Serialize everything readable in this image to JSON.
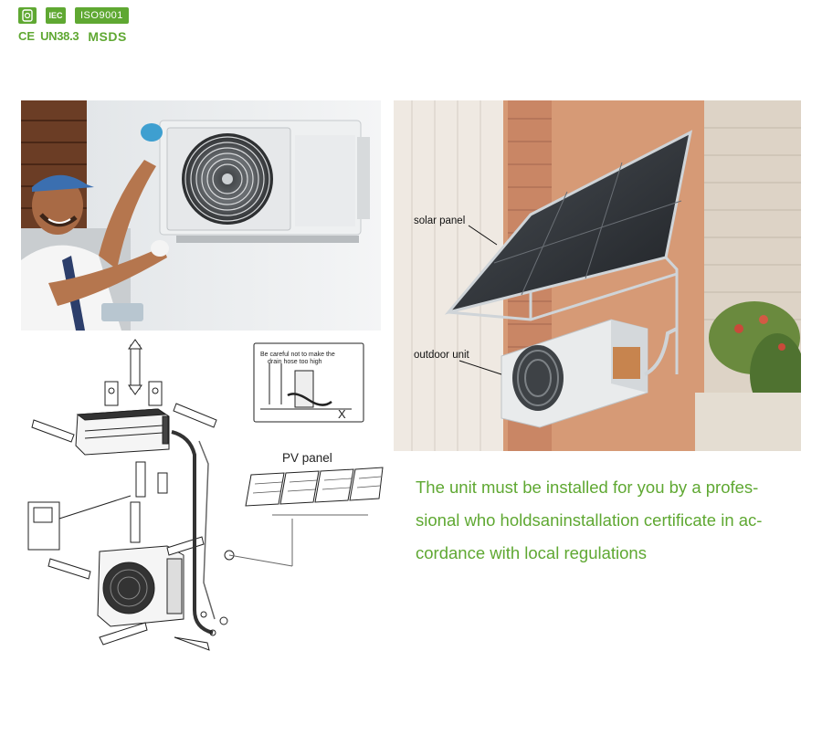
{
  "certifications": {
    "iso_label": "ISO9001",
    "iec_label": "IEC",
    "ce_label": "CE",
    "un_label": "UN38.3",
    "msds_label": "MSDS"
  },
  "solar_photo": {
    "solar_panel_label": "solar panel",
    "outdoor_unit_label": "outdoor unit"
  },
  "diagram": {
    "pv_panel_label": "PV panel",
    "warning_line1": "Be careful not to make the",
    "warning_line2": "drain hose too high",
    "close_mark": "X"
  },
  "caption": {
    "line1": "The unit must be installed for you by a profes-",
    "line2": "sional who holdsaninstallation certificate in ac-",
    "line3": "cordance with local regulations"
  },
  "colors": {
    "brand_green": "#5fa832"
  }
}
